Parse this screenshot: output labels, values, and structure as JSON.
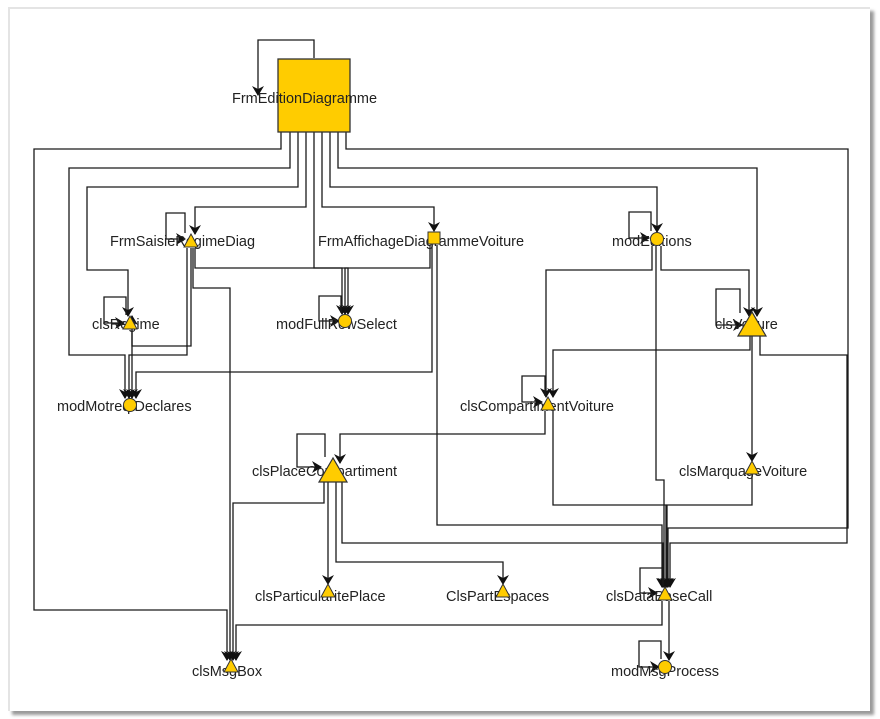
{
  "diagram": {
    "title": "Dependency diagram",
    "node_fill": "#ffcc00",
    "node_stroke": "#333333",
    "edge_color": "#1a1a1a",
    "nodes": [
      {
        "id": "FrmEditionDiagramme",
        "label": "FrmEditionDiagramme",
        "shape": "square-large",
        "self_loop": true
      },
      {
        "id": "FrmSaisieRegimeDiag",
        "label": "FrmSaisieRegimeDiag",
        "shape": "triangle",
        "self_loop": true
      },
      {
        "id": "FrmAffichageDiagrammeVoiture",
        "label": "FrmAffichageDiagrammeVoiture",
        "shape": "square",
        "self_loop": false
      },
      {
        "id": "modEditions",
        "label": "modEditions",
        "shape": "circle",
        "self_loop": true
      },
      {
        "id": "clsRegime",
        "label": "clsRegime",
        "shape": "triangle",
        "self_loop": true
      },
      {
        "id": "modFullRowSelect",
        "label": "modFullRowSelect",
        "shape": "circle",
        "self_loop": true
      },
      {
        "id": "clsVoiture",
        "label": "clsVoiture",
        "shape": "triangle-large",
        "self_loop": true
      },
      {
        "id": "modMotreqtDeclares",
        "label": "modMotreqtDeclares",
        "shape": "circle",
        "self_loop": false
      },
      {
        "id": "clsCompartimentVoiture",
        "label": "clsCompartimentVoiture",
        "shape": "triangle",
        "self_loop": true
      },
      {
        "id": "clsPlaceCompartiment",
        "label": "clsPlaceCompartiment",
        "shape": "triangle-large",
        "self_loop": true
      },
      {
        "id": "clsMarquageVoiture",
        "label": "clsMarquageVoiture",
        "shape": "triangle",
        "self_loop": false
      },
      {
        "id": "clsParticularitePlace",
        "label": "clsParticularitePlace",
        "shape": "triangle",
        "self_loop": false
      },
      {
        "id": "ClsPartEspaces",
        "label": "ClsPartEspaces",
        "shape": "triangle",
        "self_loop": false
      },
      {
        "id": "clsDataBaseCall",
        "label": "clsDataBaseCall",
        "shape": "triangle",
        "self_loop": true
      },
      {
        "id": "clsMsgBox",
        "label": "clsMsgBox",
        "shape": "triangle",
        "self_loop": false
      },
      {
        "id": "modMsgProcess",
        "label": "modMsgProcess",
        "shape": "circle",
        "self_loop": true
      }
    ],
    "edges": [
      {
        "from": "FrmEditionDiagramme",
        "to": "clsMsgBox"
      },
      {
        "from": "FrmEditionDiagramme",
        "to": "modMotreqtDeclares"
      },
      {
        "from": "FrmEditionDiagramme",
        "to": "clsRegime"
      },
      {
        "from": "FrmEditionDiagramme",
        "to": "FrmSaisieRegimeDiag"
      },
      {
        "from": "FrmEditionDiagramme",
        "to": "modFullRowSelect"
      },
      {
        "from": "FrmEditionDiagramme",
        "to": "FrmAffichageDiagrammeVoiture"
      },
      {
        "from": "FrmEditionDiagramme",
        "to": "modEditions"
      },
      {
        "from": "FrmEditionDiagramme",
        "to": "clsVoiture"
      },
      {
        "from": "FrmEditionDiagramme",
        "to": "clsDataBaseCall"
      },
      {
        "from": "FrmSaisieRegimeDiag",
        "to": "clsRegime"
      },
      {
        "from": "FrmSaisieRegimeDiag",
        "to": "modMotreqtDeclares"
      },
      {
        "from": "FrmSaisieRegimeDiag",
        "to": "modFullRowSelect"
      },
      {
        "from": "FrmSaisieRegimeDiag",
        "to": "clsMsgBox"
      },
      {
        "from": "FrmAffichageDiagrammeVoiture",
        "to": "modMotreqtDeclares"
      },
      {
        "from": "FrmAffichageDiagrammeVoiture",
        "to": "modFullRowSelect"
      },
      {
        "from": "FrmAffichageDiagrammeVoiture",
        "to": "clsDataBaseCall"
      },
      {
        "from": "clsRegime",
        "to": "modMotreqtDeclares"
      },
      {
        "from": "modEditions",
        "to": "clsVoiture"
      },
      {
        "from": "modEditions",
        "to": "clsCompartimentVoiture"
      },
      {
        "from": "modEditions",
        "to": "clsDataBaseCall"
      },
      {
        "from": "clsVoiture",
        "to": "clsCompartimentVoiture"
      },
      {
        "from": "clsVoiture",
        "to": "clsMarquageVoiture"
      },
      {
        "from": "clsVoiture",
        "to": "clsDataBaseCall"
      },
      {
        "from": "clsCompartimentVoiture",
        "to": "clsPlaceCompartiment"
      },
      {
        "from": "clsCompartimentVoiture",
        "to": "clsDataBaseCall"
      },
      {
        "from": "clsMarquageVoiture",
        "to": "clsDataBaseCall"
      },
      {
        "from": "clsPlaceCompartiment",
        "to": "clsMsgBox"
      },
      {
        "from": "clsPlaceCompartiment",
        "to": "clsParticularitePlace"
      },
      {
        "from": "clsPlaceCompartiment",
        "to": "ClsPartEspaces"
      },
      {
        "from": "clsPlaceCompartiment",
        "to": "clsDataBaseCall"
      },
      {
        "from": "clsDataBaseCall",
        "to": "clsMsgBox"
      },
      {
        "from": "clsDataBaseCall",
        "to": "modMsgProcess"
      }
    ]
  }
}
